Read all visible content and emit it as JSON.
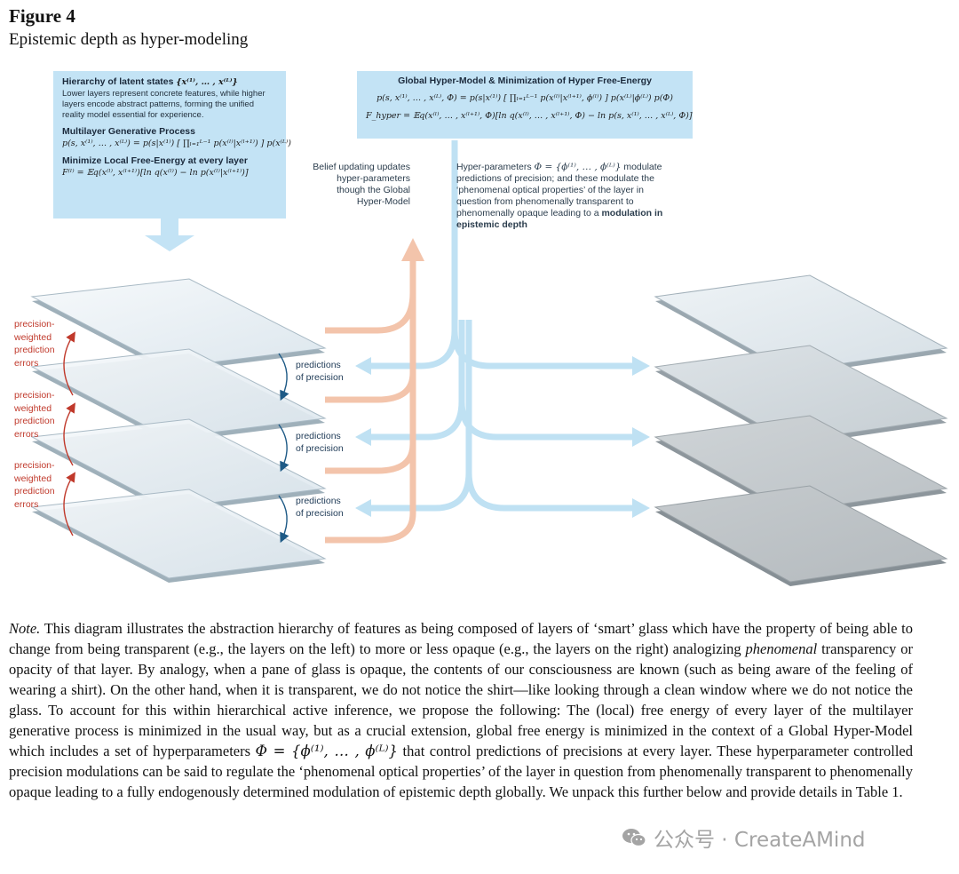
{
  "figure": {
    "title": "Figure 4",
    "subtitle": "Epistemic depth as hyper-modeling"
  },
  "left_box": {
    "heading1": "Hierarchy of latent states",
    "heading1_math": "{x⁽¹⁾, … , x⁽ᴸ⁾}",
    "description": "Lower layers represent concrete features, while higher layers encode abstract patterns, forming the unified reality model essential for experience.",
    "heading2": "Multilayer Generative Process",
    "equation2": "p(s, x⁽¹⁾, … , x⁽ᴸ⁾) = p(s|x⁽¹⁾) [ ∏ₗ₌₁ᴸ⁻¹ p(x⁽ˡ⁾|x⁽ˡ⁺¹⁾) ] p(x⁽ᴸ⁾)",
    "heading3": "Minimize Local Free-Energy at every layer",
    "equation3": "F⁽ˡ⁾ = 𝔼q(x⁽ˡ⁾, x⁽ˡ⁺¹⁾)[ln q(x⁽ˡ⁾) − ln p(x⁽ˡ⁾|x⁽ˡ⁺¹⁾)]"
  },
  "right_box": {
    "heading": "Global Hyper-Model & Minimization of Hyper Free-Energy",
    "equation1": "p(s, x⁽¹⁾, … , x⁽ᴸ⁾, Φ) = p(s|x⁽¹⁾) [ ∏ₗ₌₁ᴸ⁻¹ p(x⁽ˡ⁾|x⁽ˡ⁺¹⁾, ϕ⁽ˡ⁾) ] p(x⁽ᴸ⁾|ϕ⁽ᴸ⁾) p(Φ)",
    "equation2": "F_hyper = 𝔼q(x⁽ˡ⁾, … , x⁽ˡ⁺¹⁾, Φ)[ln q(x⁽ˡ⁾, … , x⁽ˡ⁺¹⁾, Φ) − ln p(s, x⁽¹⁾, … , x⁽ᴸ⁾, Φ)]"
  },
  "belief_text": "Belief updating updates hyper-parameters though the Global Hyper-Model",
  "hyper_text": {
    "prefix": "Hyper-parameters",
    "math": "Φ = {ϕ⁽¹⁾, … , ϕ⁽ᴸ⁾}",
    "body": "modulate predictions of precision; and these modulate the ‘phenomenal optical properties’ of the layer in question from phenomenally transparent to phenomenally opaque leading to a",
    "bold": "modulation in epistemic depth"
  },
  "error_labels": [
    "precision-\nweighted\nprediction\nerrors",
    "precision-\nweighted\nprediction\nerrors",
    "precision-\nweighted\nprediction\nerrors"
  ],
  "prediction_labels": [
    "predictions\nof precision",
    "predictions\nof precision",
    "predictions\nof precision"
  ],
  "note": {
    "label": "Note.",
    "part1": " This diagram illustrates the abstraction hierarchy of features as being composed of layers of ‘smart’ glass which have the property of being able to change from being transparent (e.g., the layers on the left) to more or less opaque (e.g., the layers on the right) analogizing ",
    "emphasis": "phenomenal",
    "part2": " transparency or opacity of that layer. By analogy, when a pane of glass is opaque, the contents of our consciousness are known (such as being aware of the feeling of wearing a shirt). On the other hand, when it is transparent, we do not notice the shirt—like looking through a clean window where we do not notice the glass. To account for this within hierarchical active inference, we propose the following: The (local) free energy of every layer of the multilayer generative process is minimized in the usual way, but as a crucial extension, global free energy is minimized in the context of a Global Hyper-Model which includes a set of hyperparameters ",
    "math": "Φ = {ϕ⁽¹⁾, … , ϕ⁽ᴸ⁾}",
    "part3": " that control predictions of precisions at every layer. These hyperparameter controlled precision modulations can be said to regulate the ‘phenomenal optical properties’ of the layer in question from phenomenally transparent to phenomenally opaque leading to a fully endogenously determined modulation of epistemic depth globally. We unpack this further below and provide details in Table 1."
  },
  "watermark": "公众号 · CreateAMind",
  "colors": {
    "box_bg": "#c3e3f5",
    "orange_arrow": "#f3c4ab",
    "blue_arrow": "#bfe1f3",
    "error_text": "#c0392b",
    "prediction_text": "#1e3a56"
  },
  "icons": {
    "wechat": "wechat-icon"
  }
}
